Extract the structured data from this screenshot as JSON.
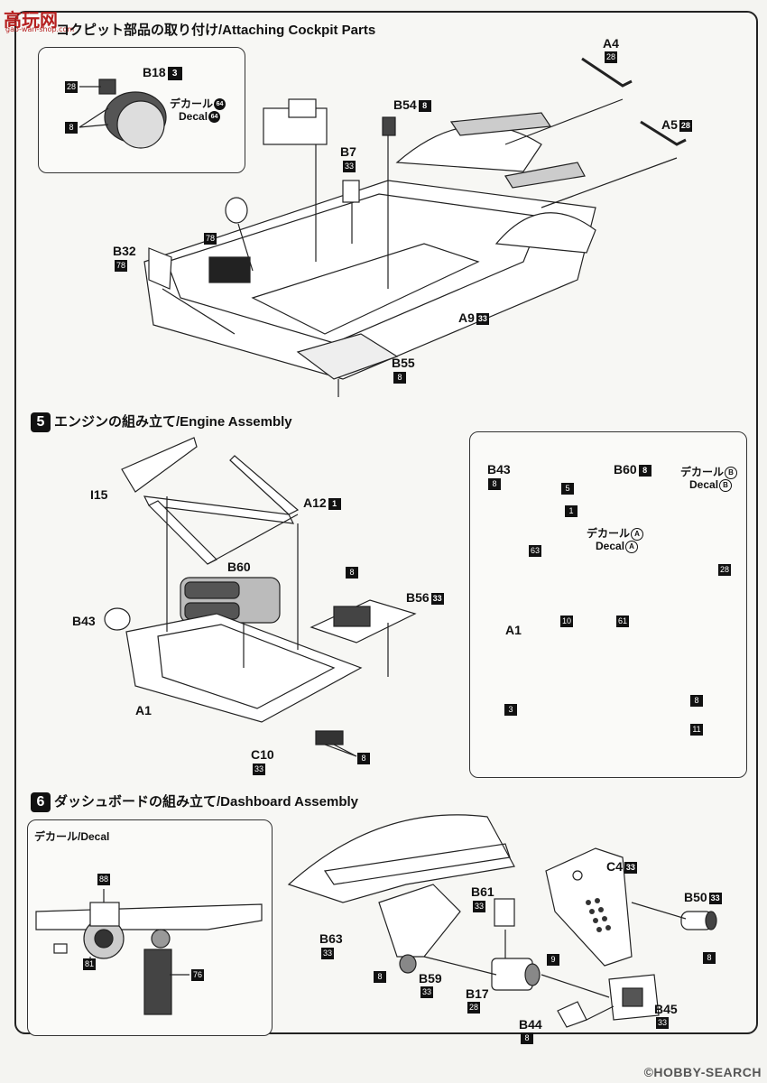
{
  "watermark": {
    "main": "高玩网",
    "sub": "gao-wan-shop.com"
  },
  "step4": {
    "title": "コクピット部品の取り付け/Attaching Cockpit Parts"
  },
  "step5": {
    "number": "5",
    "title": "エンジンの組み立て/Engine Assembly"
  },
  "step6": {
    "number": "6",
    "title": "ダッシュボードの組み立て/Dashboard Assembly"
  },
  "step4_parts": {
    "b18": "B18",
    "b18_badge": "3",
    "decal_jp": "デカール",
    "decal_en": "Decal",
    "decal_no": "64",
    "b18_c1": "28",
    "b18_c2": "8",
    "a4": "A4",
    "a4_badge": "28",
    "a5": "A5",
    "a5_badge": "28",
    "b54": "B54",
    "b54_badge": "8",
    "b7": "B7",
    "b7_badge": "33",
    "b32": "B32",
    "b32_badge": "78",
    "c78": "78",
    "a9": "A9",
    "a9_badge": "33",
    "b55": "B55",
    "b55_badge": "8"
  },
  "step5_parts": {
    "i15": "I15",
    "a12": "A12",
    "a12_badge": "1",
    "b60": "B60",
    "b56": "B56",
    "b56_badge": "33",
    "c8": "8",
    "b43": "B43",
    "a1": "A1",
    "c10": "C10",
    "c10_badge": "33",
    "c10_c": "8",
    "inset": {
      "b43": "B43",
      "b43_c8": "8",
      "b43_c5": "5",
      "b43_c1": "1",
      "b43_c63": "63",
      "b60": "B60",
      "b60_badge": "8",
      "decal_jp": "デカール",
      "decal_en": "Decal",
      "decal_b": "B",
      "decal_a": "A",
      "c28": "28",
      "a1": "A1",
      "c10": "10",
      "c61": "61",
      "c3": "3",
      "c8": "8",
      "c11": "11"
    }
  },
  "step6_parts": {
    "decal_title": "デカール/Decal",
    "d88": "88",
    "d81": "81",
    "d76": "76",
    "c4": "C4",
    "c4_badge": "33",
    "b50": "B50",
    "b50_badge": "33",
    "b50_c": "8",
    "b61": "B61",
    "b61_badge": "33",
    "c9": "9",
    "b63": "B63",
    "b63_badge": "33",
    "b59": "B59",
    "b59_badge": "33",
    "c8": "8",
    "b17": "B17",
    "b17_badge": "28",
    "b45": "B45",
    "b45_badge": "33",
    "b44": "B44",
    "b44_badge": "8"
  },
  "footer": {
    "text": "©HOBBY-SEARCH"
  }
}
